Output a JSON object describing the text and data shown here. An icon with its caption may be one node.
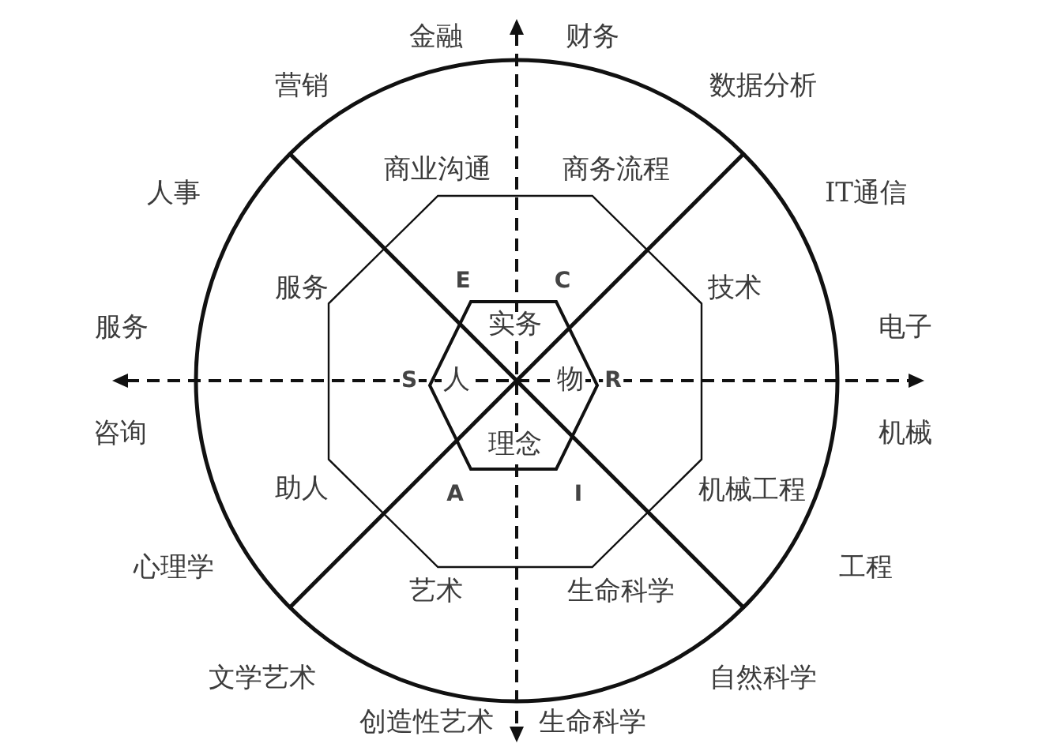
{
  "diagram": {
    "nodes": [
      {
        "text": [
          "商业沟通",
          "商务流程",
          "服务",
          "技术",
          "助人",
          "机械工程",
          "艺术",
          "生命科学"
        ]
      },
      {
        "text": [],
        "shape": "octagon",
        "in": 0
      },
      {
        "text": [
          "实务",
          "人",
          "物",
          "理念"
        ],
        "beside": [
          "E",
          "C",
          "S",
          "R",
          "A",
          "I"
        ],
        "in": 1
      }
    ],
    "labels": [
      "金融",
      "财务",
      "营销",
      "数据分析",
      "人事",
      "IT通信",
      "服务",
      "电子",
      "咨询",
      "机械",
      "心理学",
      "工程",
      "文学艺术",
      "自然科学",
      "创造性艺术",
      "生命科学"
    ]
  }
}
